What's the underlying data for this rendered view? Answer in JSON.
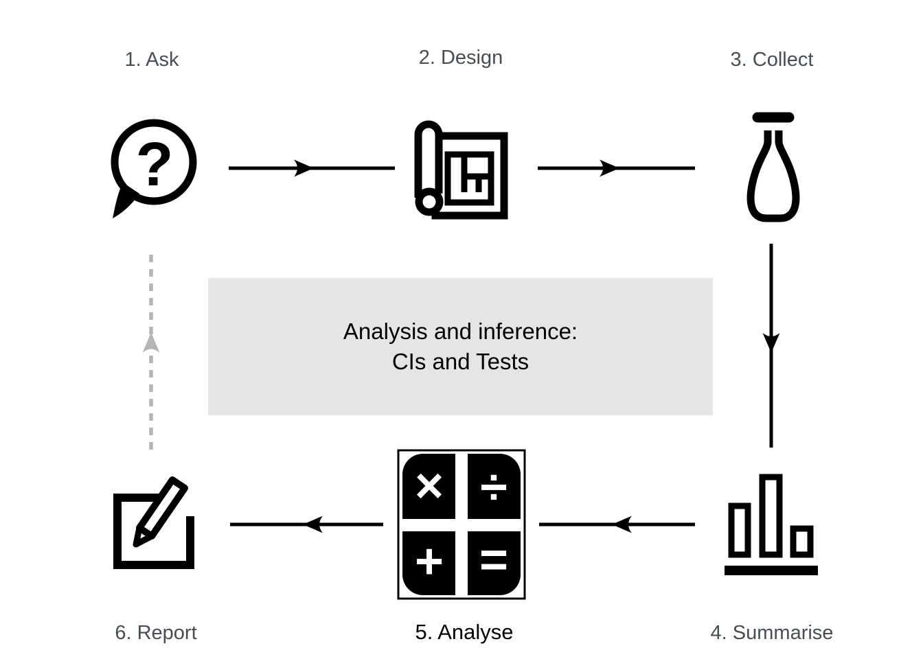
{
  "diagram": {
    "analysis_box": {
      "line1": "Analysis and inference:",
      "line2": "CIs and Tests",
      "bg_color": "#e5e5e5",
      "text_color": "#000000"
    },
    "steps": [
      {
        "label": "1. Ask",
        "icon": "question-speech-bubble-icon",
        "emphasized": false
      },
      {
        "label": "2. Design",
        "icon": "blueprint-scroll-icon",
        "emphasized": false
      },
      {
        "label": "3. Collect",
        "icon": "flask-icon",
        "emphasized": false
      },
      {
        "label": "4. Summarise",
        "icon": "bar-chart-icon",
        "emphasized": false
      },
      {
        "label": "5. Analyse",
        "icon": "calculator-icon",
        "emphasized": true
      },
      {
        "label": "6. Report",
        "icon": "pencil-edit-icon",
        "emphasized": false
      }
    ],
    "glyphs": {
      "question": "?",
      "multiply": "×",
      "divide": "÷",
      "plus": "+",
      "equals": "="
    },
    "arrows": [
      {
        "from": "1. Ask",
        "to": "2. Design",
        "style": "solid"
      },
      {
        "from": "2. Design",
        "to": "3. Collect",
        "style": "solid"
      },
      {
        "from": "3. Collect",
        "to": "4. Summarise",
        "style": "solid"
      },
      {
        "from": "4. Summarise",
        "to": "5. Analyse",
        "style": "solid"
      },
      {
        "from": "5. Analyse",
        "to": "6. Report",
        "style": "solid"
      },
      {
        "from": "6. Report",
        "to": "1. Ask",
        "style": "dashed-gray"
      }
    ],
    "colors": {
      "icon": "#000000",
      "label": "#474d52",
      "emphasized_label": "#000000",
      "arrow": "#000000",
      "feedback_arrow": "#b5b5b5",
      "box_bg": "#e5e5e5",
      "background": "#ffffff"
    }
  }
}
